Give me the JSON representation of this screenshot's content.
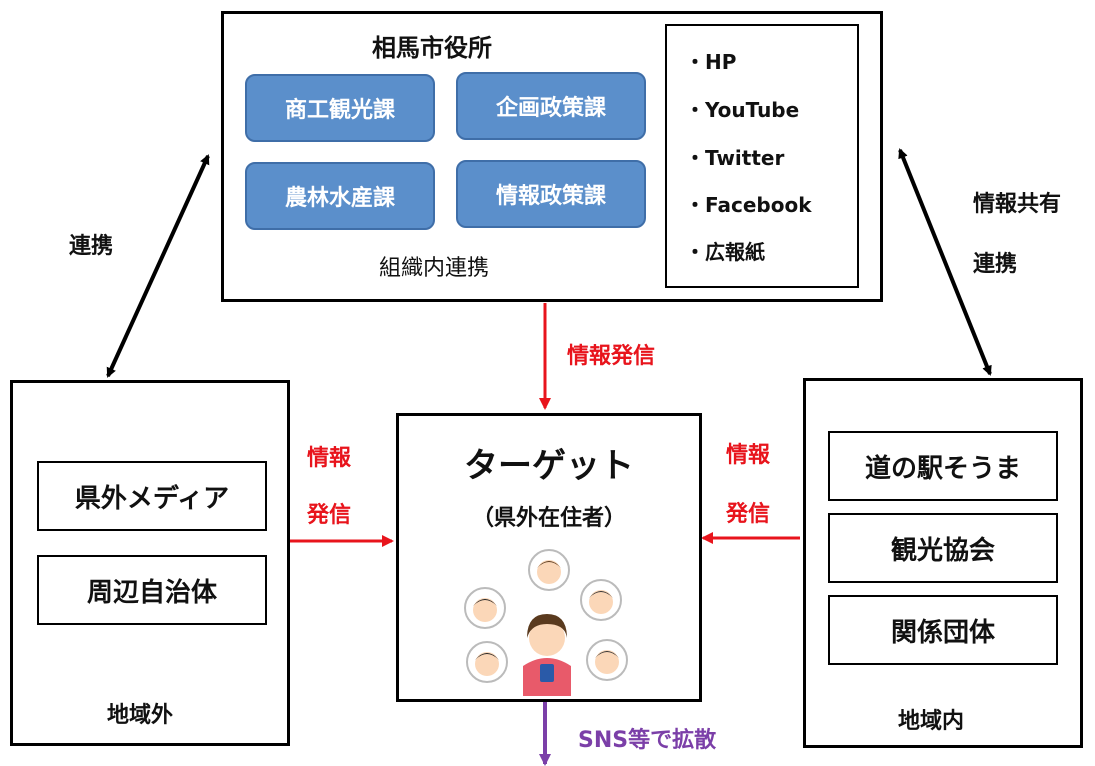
{
  "city_hall": {
    "title": "相馬市役所",
    "departments": [
      "商工観光課",
      "企画政策課",
      "農林水産課",
      "情報政策課"
    ],
    "internal_label": "組織内連携",
    "media": [
      "・HP",
      "・YouTube",
      "・Twitter",
      "・Facebook",
      "・広報紙"
    ]
  },
  "left_region": {
    "orgs": [
      "県外メディア",
      "周辺自治体"
    ],
    "footer": "地域外",
    "link_label": "連携",
    "send_label_1": "情報",
    "send_label_2": "発信"
  },
  "right_region": {
    "orgs": [
      "道の駅そうま",
      "観光協会",
      "関係団体"
    ],
    "footer": "地域内",
    "link_label_1": "情報共有",
    "link_label_2": "連携",
    "send_label_1": "情報",
    "send_label_2": "発信"
  },
  "target": {
    "title": "ターゲット",
    "subtitle": "（県外在住者）"
  },
  "center_send_label": "情報発信",
  "spread_label": "SNS等で拡散",
  "colors": {
    "dept_fill": "#5b8fcb",
    "send_arrow": "#e8141c",
    "spread": "#7b3fa8"
  }
}
